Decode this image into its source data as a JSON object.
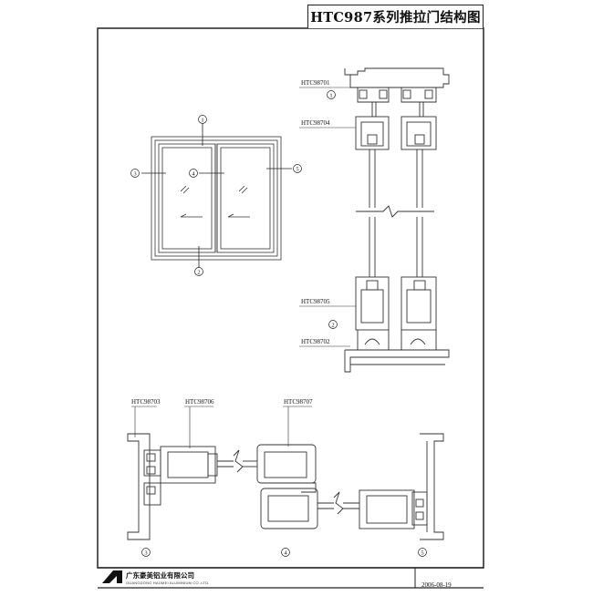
{
  "title": "HTC987系列推拉门结构图",
  "company": {
    "name_zh": "广东豪美铝业有限公司",
    "name_en": "GUANGDONG HAOMEI ALUMINIUM CO.,LTD."
  },
  "date": "2006-08-19",
  "section_markers": [
    "1",
    "2",
    "3",
    "4",
    "5"
  ],
  "profile_codes": {
    "p1": "HTC98701",
    "p4": "HTC98704",
    "p5": "HTC98705",
    "p2": "HTC98702",
    "p3": "HTC98703",
    "p6": "HTC98706",
    "p7": "HTC98707"
  }
}
